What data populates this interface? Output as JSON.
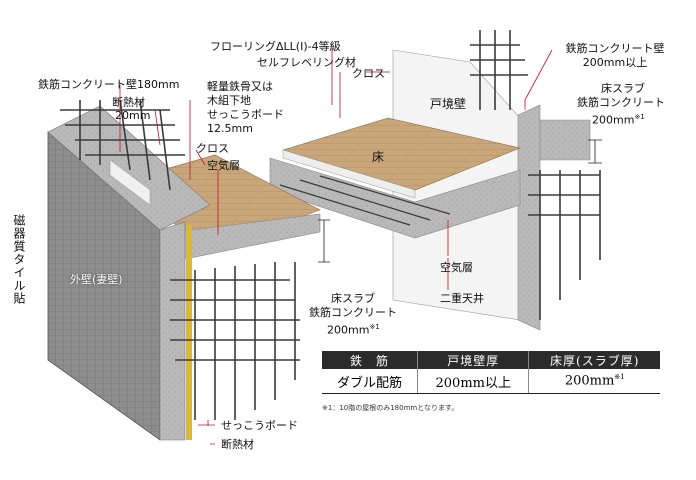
{
  "labels": {
    "flooring": "フローリングΔLL(Ⅰ)-4等級",
    "self_leveling": "セルフレベリング材",
    "cloth_top": "クロス",
    "door_wall": "戸境壁",
    "floor": "床",
    "rc_wall_right_1": "鉄筋コンクリート壁",
    "rc_wall_right_2": "200mm以上",
    "slab_right_1": "床スラブ",
    "slab_right_2": "鉄筋コンクリート",
    "slab_right_3": "200mm",
    "slab_right_note": "※1",
    "rc_wall_left": "鉄筋コンクリート壁180mm",
    "insulation_top_1": "断熱材",
    "insulation_top_2": "20mm",
    "lgs_1": "軽量鉄骨又は",
    "lgs_2": "木組下地",
    "lgs_3": "せっこうボード",
    "lgs_4": "12.5mm",
    "cloth_left": "クロス",
    "air_layer_left": "空気層",
    "tile": "磁器質タイル貼",
    "exterior_wall": "外壁(妻壁)",
    "slab_center_1": "床スラブ",
    "slab_center_2": "鉄筋コンクリート",
    "slab_center_3": "200mm",
    "slab_center_note": "※1",
    "air_layer_right": "空気層",
    "double_ceiling": "二重天井",
    "gypsum_bottom": "せっこうボード",
    "insulation_bottom": "断熱材"
  },
  "spec_table": {
    "headers": [
      "鉄　筋",
      "戸境壁厚",
      "床厚(スラブ厚)"
    ],
    "row": [
      "ダブル配筋",
      "200mm以上",
      "200mm"
    ],
    "row_note": "※1"
  },
  "footnote": "※1：10階の屋根のみ180mmとなります。",
  "colors": {
    "concrete": "#b9b9b9",
    "tile": "#8a8a8a",
    "wood": "#c9a77a",
    "rebar": "#3a3a3a",
    "leader": "#c0102a",
    "header_bg": "#2b2b2b"
  }
}
